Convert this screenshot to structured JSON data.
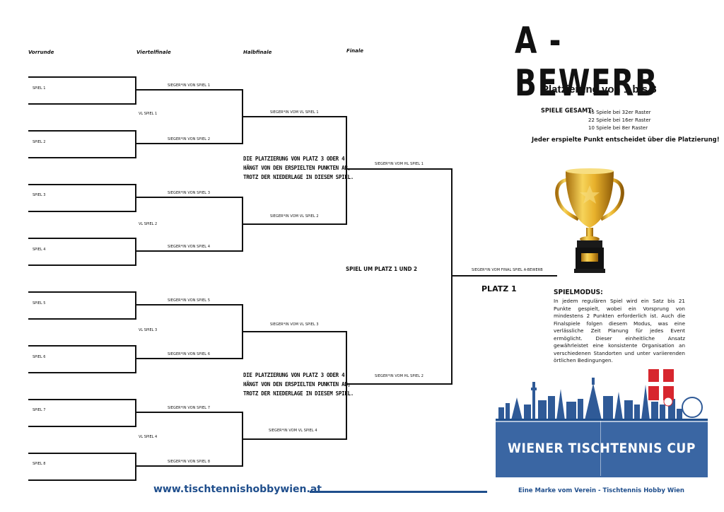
{
  "rounds": [
    "Vorrunde",
    "Viertelfinale",
    "Halbfinale",
    "Finale"
  ],
  "title": "A - BEWERB",
  "subtitle": "Platzierung von 1 bis 8",
  "games_total": {
    "label": "SPIELE GESAMT:",
    "lines": [
      "45 Spiele bei 32er Raster",
      "22 Spiele bei 16er Raster",
      "10 Spiele bei 8er Raster"
    ]
  },
  "every_point": "Jeder erspielte Punkt entscheidet über die Platzierung!",
  "games": [
    "SPIEL 1",
    "SPIEL 2",
    "SPIEL 3",
    "SPIEL 4",
    "SPIEL 5",
    "SPIEL 6",
    "SPIEL 7",
    "SPIEL 8"
  ],
  "qf_winners": [
    "SIEGER*IN VON  SPIEL 1",
    "SIEGER*IN VON  SPIEL 2",
    "SIEGER*IN VON  SPIEL 3",
    "SIEGER*IN VON  SPIEL 4",
    "SIEGER*IN VON  SPIEL 5",
    "SIEGER*IN VON  SPIEL 6",
    "SIEGER*IN VON  SPIEL 7",
    "SIEGER*IN VON  SPIEL 8"
  ],
  "vl_games": [
    "VL SPIEL 1",
    "VL SPIEL 2",
    "VL SPIEL 3",
    "VL SPIEL 4"
  ],
  "sf_winners": [
    "SIEGER*IN VOM  VL SPIEL 1",
    "SIEGER*IN VOM  VL SPIEL 2",
    "SIEGER*IN VOM  VL SPIEL 3",
    "SIEGER*IN VOM  VL SPIEL 4"
  ],
  "f_winners": [
    "SIEGER*IN VOM  HL SPIEL 1",
    "SIEGER*IN VOM  HL SPIEL 2"
  ],
  "champion_label": "SIEGER*IN VOM FINAL SPIEL  A-BEWERB",
  "final_game": "SPIEL UM PLATZ 1 UND 2",
  "place1": "PLATZ 1",
  "note_lines": [
    "DIE PLATZIERUNG VON PLATZ 3 ODER 4",
    "HÄNGT VON DEN ERSPIELTEN PUNKTEN AB,",
    "TROTZ DER NIEDERLAGE IN DIESEM SPIEL."
  ],
  "mode": {
    "title": "SPIELMODUS:",
    "text": "In jedem regulären Spiel wird ein Satz bis 21 Punkte gespielt, wobei ein Vorsprung von mindestens 2 Punkten erforderlich ist. Auch die Finalspiele folgen diesem Modus, was eine verlässliche Zeit Planung für jedes Event ermöglicht. Dieser einheitliche Ansatz gewährleistet eine konsistente Organisation an verschiedenen Standorten und unter variierenden örtlichen Bedingungen."
  },
  "logo_text": "WIENER TISCHTENNIS CUP",
  "website": "www.tischtennishobbywien.at",
  "brand": "Eine Marke vom Verein - Tischtennis Hobby Wien",
  "colors": {
    "blue": "#1f4e8c",
    "logo_bg": "#3a66a3",
    "gold": "#d9a521",
    "red": "#d7262e"
  }
}
